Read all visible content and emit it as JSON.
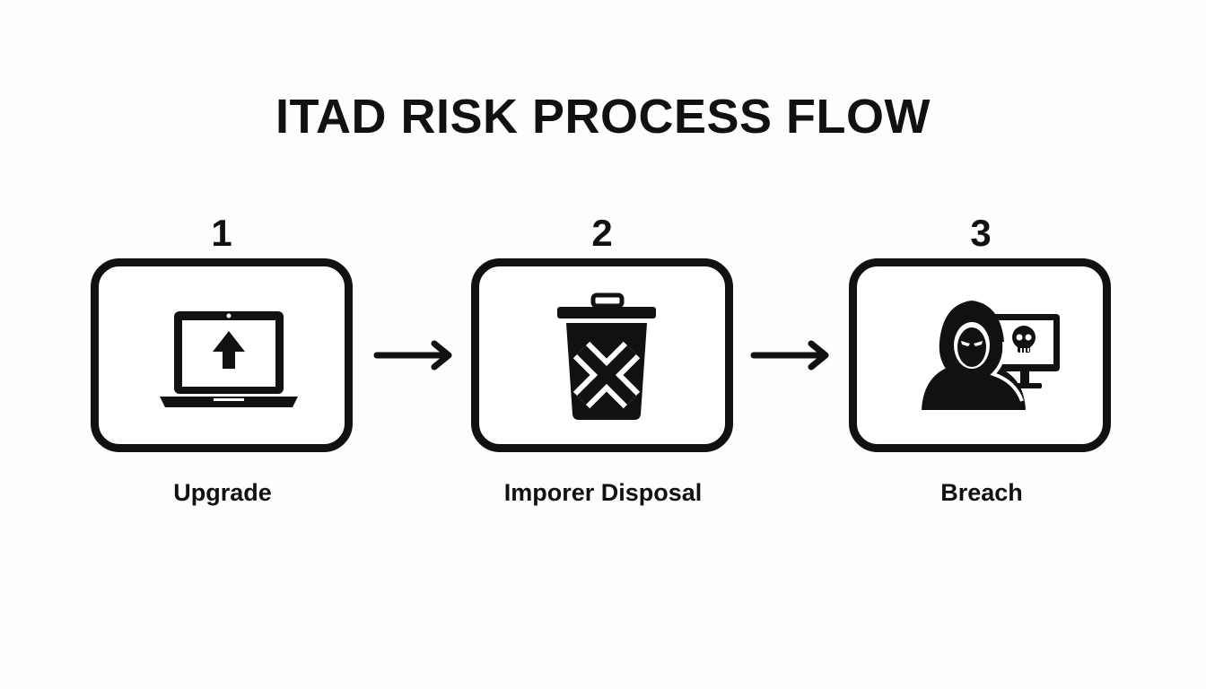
{
  "title": "ITAD RISK PROCESS FLOW",
  "steps": [
    {
      "number": "1",
      "label": "Upgrade",
      "icon": "laptop-upload-icon"
    },
    {
      "number": "2",
      "label": "Imporer Disposal",
      "icon": "trash-can-x-icon"
    },
    {
      "number": "3",
      "label": "Breach",
      "icon": "hacker-skull-monitor-icon"
    }
  ],
  "colors": {
    "ink": "#111111",
    "background": "#fdfdfd"
  }
}
